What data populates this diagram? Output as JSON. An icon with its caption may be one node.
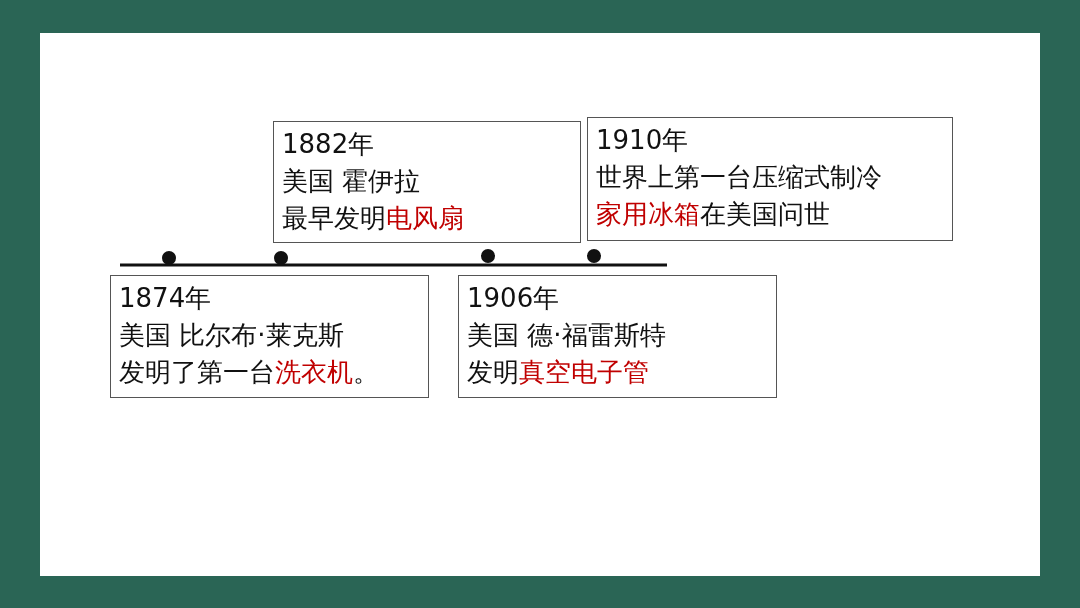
{
  "diagram": {
    "nodes": [
      {
        "text": [
          "1882年",
          "美国 霍伊拉",
          "最早发明**电风扇**"
        ]
      },
      {
        "text": [
          "1910年",
          "世界上第一台压缩式制冷",
          "**家用冰箱**在美国问世"
        ]
      },
      {
        "text": [
          "1874年",
          "美国 比尔布·莱克斯",
          "发明了第一台**洗衣机**。"
        ]
      },
      {
        "text": [
          "1906年",
          "美国 德·福雷斯特",
          "发明**真空电子管**"
        ]
      }
    ],
    "edges": []
  }
}
